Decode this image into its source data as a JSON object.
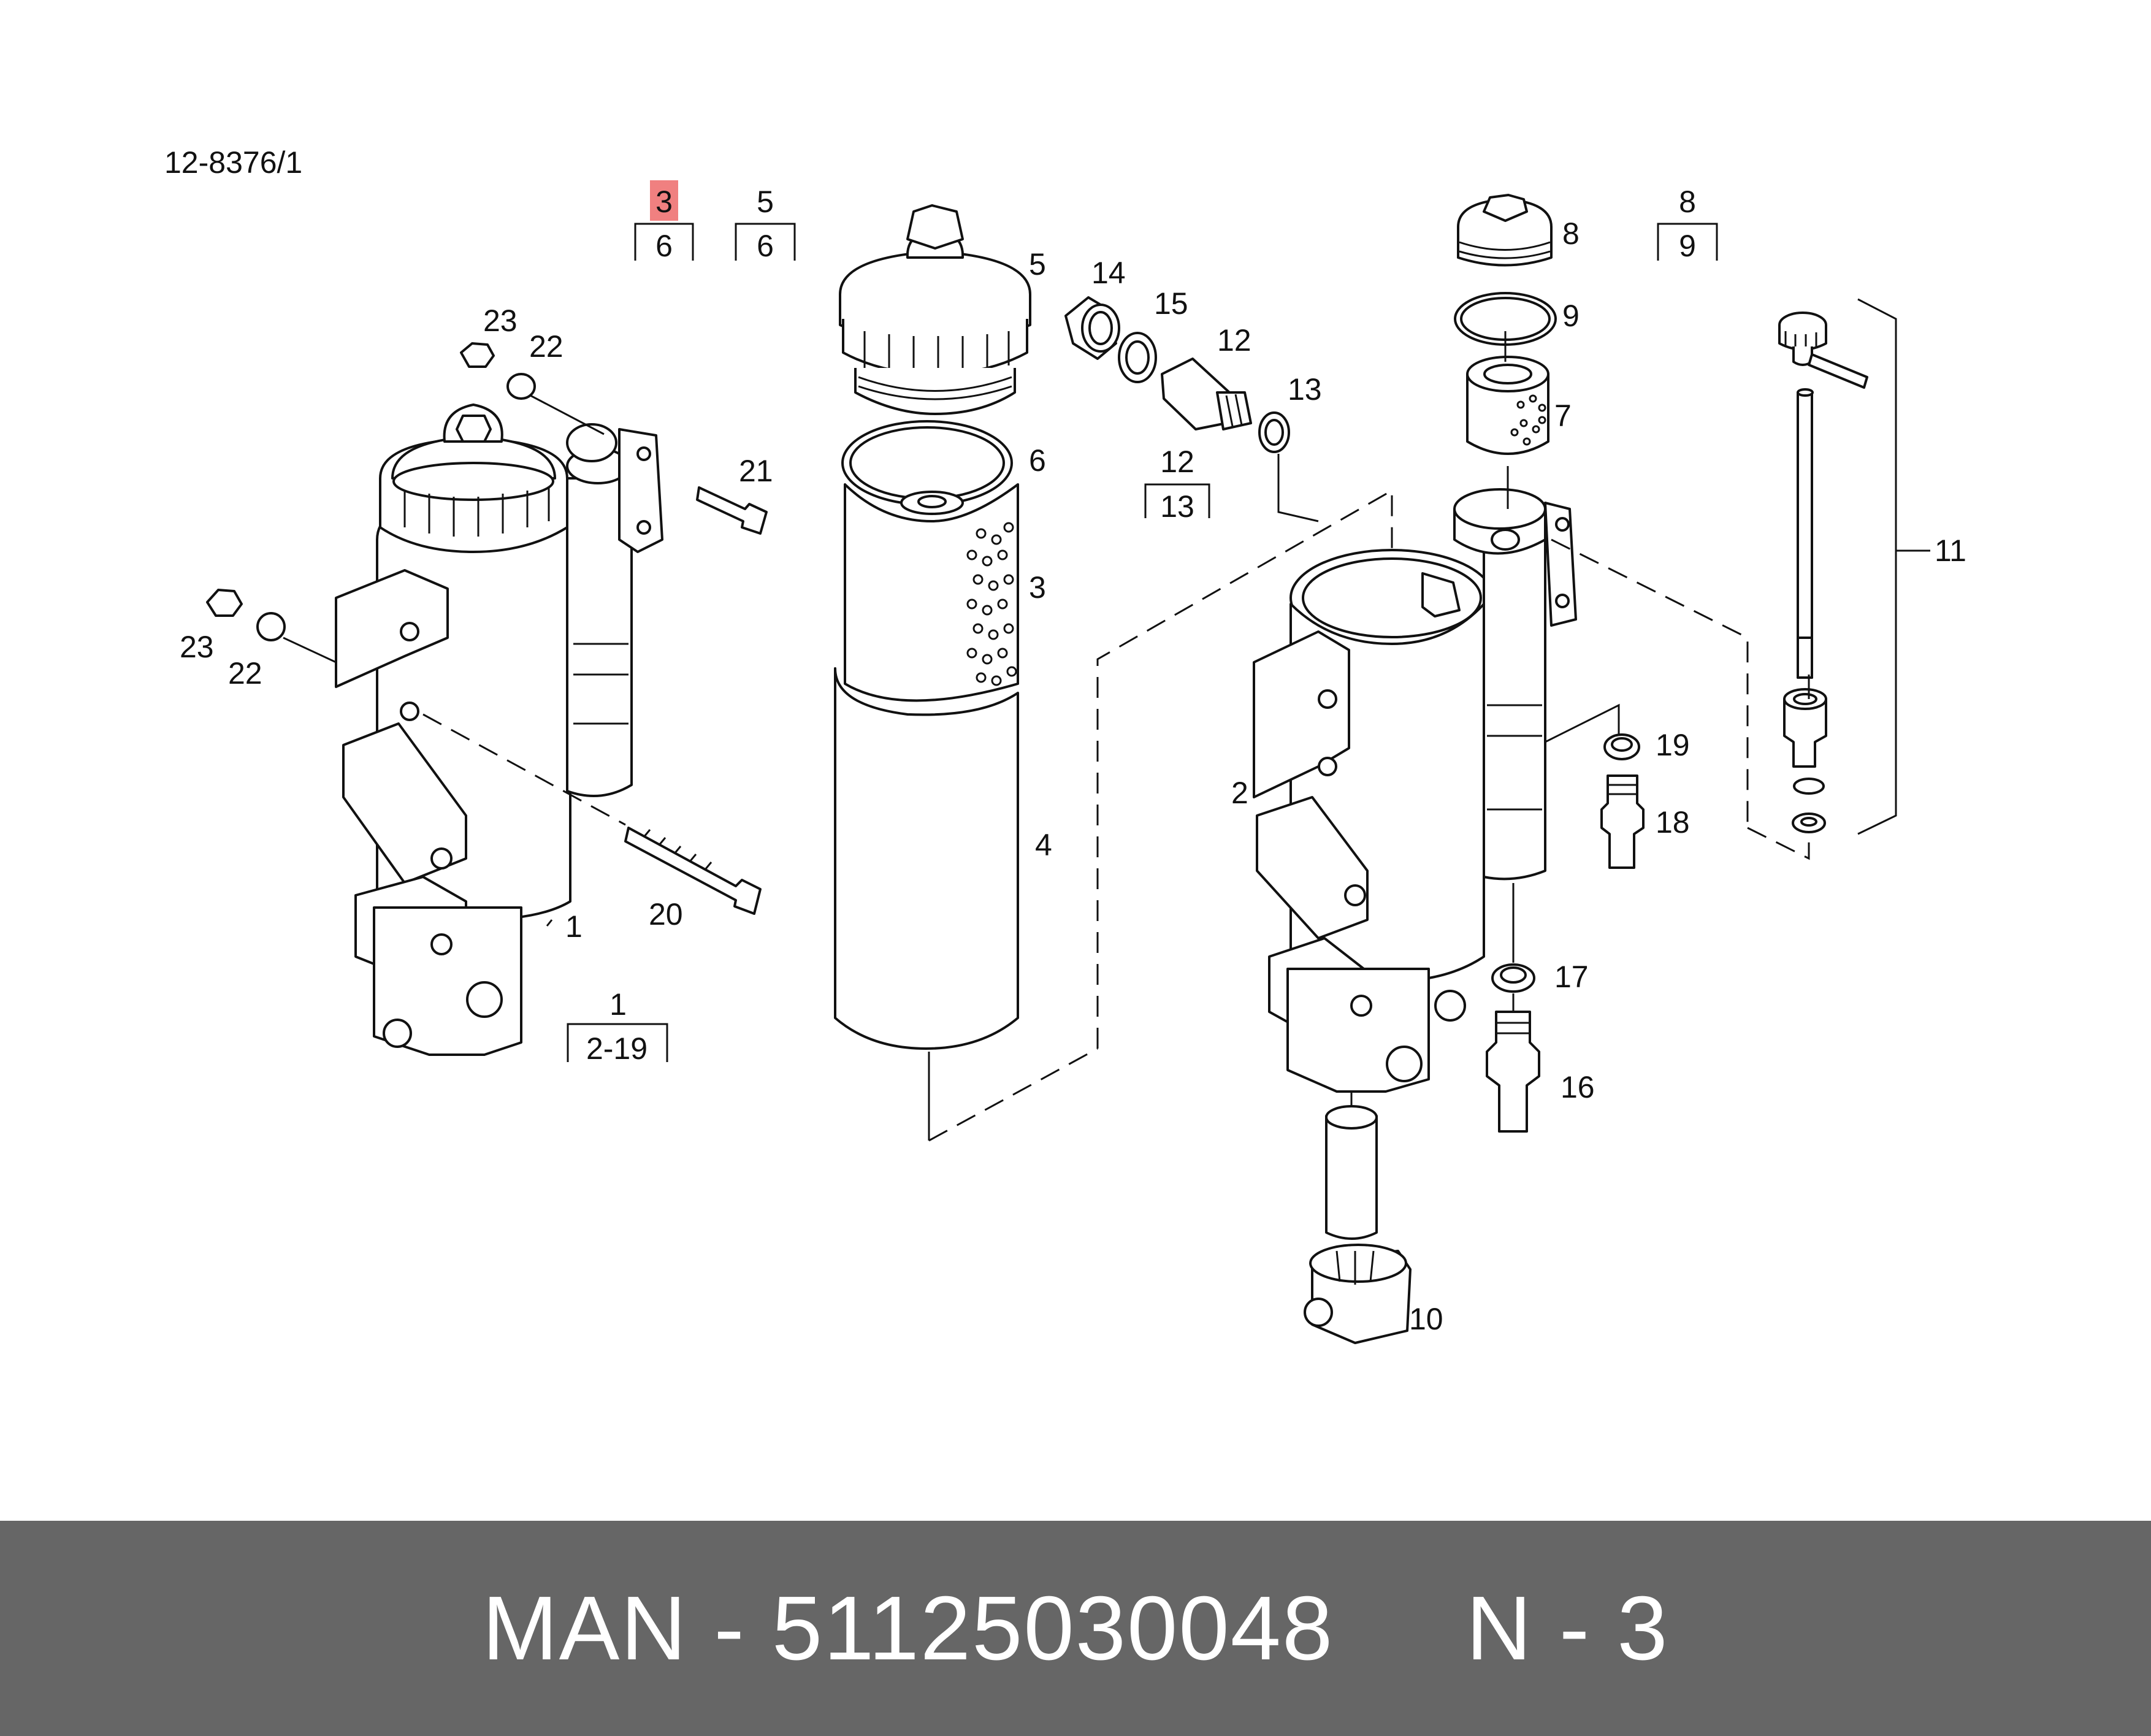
{
  "diagram": {
    "ref_number": "12-8376/1",
    "highlight_color": "#f08080",
    "callouts": [
      "1",
      "2",
      "3",
      "4",
      "5",
      "6",
      "7",
      "8",
      "9",
      "10",
      "11",
      "12",
      "13",
      "14",
      "15",
      "16",
      "17",
      "18",
      "19",
      "20",
      "21",
      "22",
      "23"
    ],
    "left_assembly": {
      "parts": [
        "23",
        "22",
        "21",
        "23",
        "22",
        "20",
        "1"
      ],
      "group": {
        "top": "1",
        "bottom": "2-19"
      }
    },
    "center_assembly": {
      "parts": [
        "5",
        "14",
        "15",
        "12",
        "13",
        "6",
        "3",
        "4"
      ],
      "groups": [
        {
          "top": "3",
          "bottom": "6",
          "highlighted": true
        },
        {
          "top": "5",
          "bottom": "6",
          "highlighted": false
        },
        {
          "top": "12",
          "bottom": "13",
          "highlighted": false
        }
      ]
    },
    "right_assembly": {
      "parts": [
        "8",
        "9",
        "7",
        "11",
        "2",
        "19",
        "18",
        "17",
        "16",
        "10"
      ],
      "group": {
        "top": "8",
        "bottom": "9"
      }
    }
  },
  "footer": {
    "brand": "MAN",
    "separator": "-",
    "part_number": "51125030048",
    "position_code": "N - 3",
    "background": "#666666",
    "text_color": "#ffffff"
  }
}
